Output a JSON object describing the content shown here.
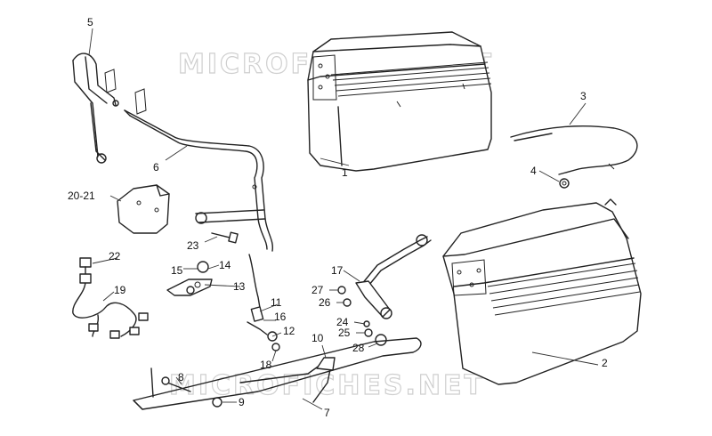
{
  "watermarks": [
    "MICROFICHES.NET",
    "MICROFICHES.NET"
  ],
  "labels": {
    "l1": "1",
    "l2": "2",
    "l3": "3",
    "l4": "4",
    "l5": "5",
    "l6": "6",
    "l7": "7",
    "l8": "8",
    "l9": "9",
    "l10": "10",
    "l11": "11",
    "l12": "12",
    "l13": "13",
    "l14": "14",
    "l15": "15",
    "l16": "16",
    "l17": "17",
    "l18": "18",
    "l19": "19",
    "l2021": "20-21",
    "l22": "22",
    "l23": "23",
    "l24": "24",
    "l25": "25",
    "l26": "26",
    "l27": "27",
    "l28": "28"
  }
}
